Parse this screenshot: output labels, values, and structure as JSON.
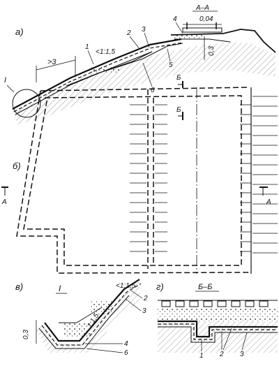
{
  "views": {
    "a": {
      "label": "а)",
      "section_label": "А–А",
      "dim_top": "0,04",
      "dim_side": "0,3",
      "dim_left": ">3",
      "slope": "<1:1,5",
      "callout": "I",
      "leaders": [
        "1",
        "2",
        "3",
        "4",
        "5",
        "6"
      ]
    },
    "b": {
      "label": "б)",
      "section_mark": "А",
      "cut_mark": "Б"
    },
    "v": {
      "label": "в)",
      "detail_title": "I",
      "slope_top": "<1:1,5",
      "slope_mid": "1:1,5",
      "dim_side": "0,3",
      "leaders": [
        "2",
        "3",
        "4",
        "6"
      ]
    },
    "g": {
      "label": "г)",
      "section_title": "Б–Б",
      "leaders": [
        "1",
        "2",
        "3"
      ]
    }
  }
}
